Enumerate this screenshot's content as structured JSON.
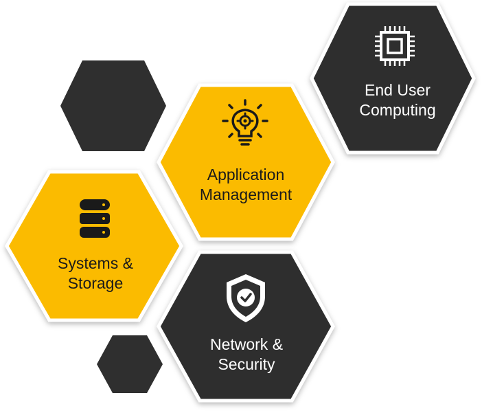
{
  "colors": {
    "dark": "#2f2f2f",
    "yellow": "#fbbb00",
    "border": "#ffffff",
    "text_on_dark": "#ffffff",
    "text_on_yellow": "#1a1a1a"
  },
  "hexagons": [
    {
      "id": "end-user-computing",
      "label": "End User\nComputing",
      "fill": "dark",
      "icon": "cpu-chip-icon"
    },
    {
      "id": "application-management",
      "label": "Application\nManagement",
      "fill": "yellow",
      "icon": "lightbulb-gear-icon"
    },
    {
      "id": "systems-storage",
      "label": "Systems &\nStorage",
      "fill": "yellow",
      "icon": "database-icon"
    },
    {
      "id": "network-security",
      "label": "Network &\nSecurity",
      "fill": "dark",
      "icon": "shield-check-icon"
    },
    {
      "id": "decor-top",
      "label": "",
      "fill": "dark",
      "icon": ""
    },
    {
      "id": "decor-bottom",
      "label": "",
      "fill": "dark",
      "icon": ""
    }
  ]
}
